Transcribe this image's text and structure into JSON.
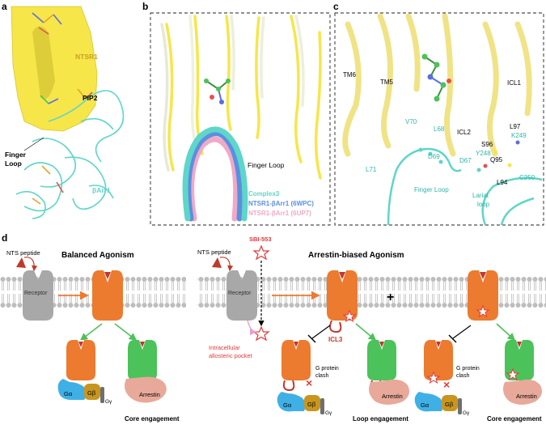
{
  "panels": {
    "a": {
      "letter": "a",
      "labels": {
        "ntsr1": "NTSR1",
        "pip2": "PIP2",
        "finger_loop_1": "Finger",
        "finger_loop_2": "Loop",
        "barr1": "βArr1"
      }
    },
    "b": {
      "letter": "b",
      "finger_loop": "Finger Loop",
      "legend": [
        {
          "label": "Complex3",
          "color": "#5ed6c9"
        },
        {
          "label": "NTSR1-βArr1 (6WPC)",
          "color": "#5b8fe0"
        },
        {
          "label": "NTSR1-βArr1 (6UP7)",
          "color": "#f0a9c6"
        }
      ]
    },
    "c": {
      "letter": "c",
      "labels": {
        "tm6": "TM6",
        "tm5": "TM5",
        "icl1": "ICL1",
        "icl2": "ICL2",
        "l97": "L97",
        "s96": "S96",
        "q95": "Q95",
        "l94": "L94",
        "v70": "V70",
        "l68": "L68",
        "d69": "D69",
        "d67": "D67",
        "y248": "Y248",
        "k249": "K249",
        "c250": "C250",
        "l71": "L71",
        "finger_loop": "Finger Loop",
        "lariat_1": "Lariat",
        "lariat_2": "loop"
      }
    },
    "d": {
      "letter": "d",
      "balanced_title": "Balanced Agonism",
      "biased_title": "Arrestin-biased Agonism",
      "nts_peptide_1": "NTS peptide",
      "nts_peptide_2": "NTS peptide",
      "sbi": "SBI-553",
      "receptor_1": "Receptor",
      "receptor_2": "Receptor",
      "intracellular_1": "Intracellular",
      "intracellular_2": "allosteric pocket",
      "icl3": "ICL3",
      "plus": "+",
      "galpha": "Gα",
      "gbeta": "Gβ",
      "ggamma": "Gγ",
      "arrestin": "Arrestin",
      "g_clash_1": "G protein",
      "g_clash_2": "clash",
      "core_engagement_1": "Core engagement",
      "loop_engagement": "Loop engagement",
      "core_engagement_2": "Core engagement"
    }
  },
  "colors": {
    "receptor_orange": "#ec7a2f",
    "receptor_green": "#4cc25a",
    "receptor_gray": "#a8a8a8",
    "galpha": "#3fb0e6",
    "gbeta": "#c8961e",
    "ggamma": "#6f6f6f",
    "arrestin": "#e8a99a",
    "membrane": "#bdbdbd",
    "ntsr1_yellow": "#f6e64a",
    "barr_teal": "#5ed6c9",
    "sbi_red": "#e5383b"
  }
}
